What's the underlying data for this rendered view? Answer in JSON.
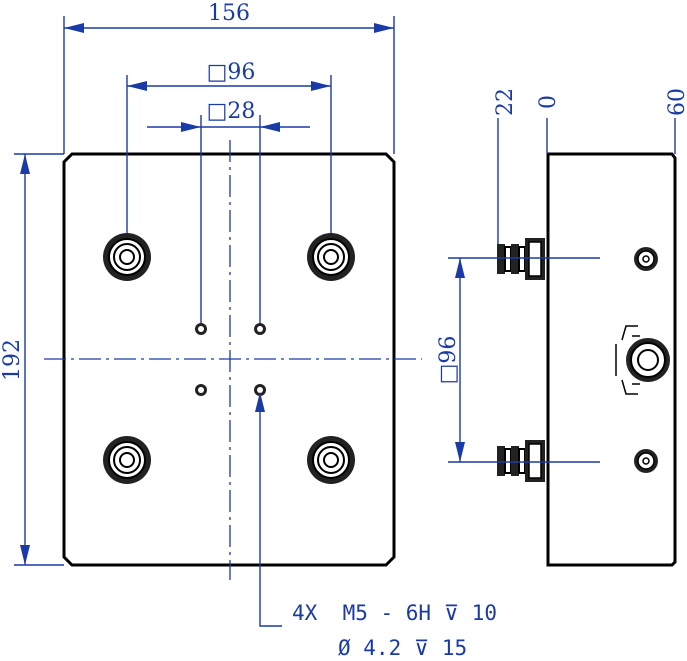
{
  "front_view": {
    "width_dim": "156",
    "height_dim": "192",
    "outer_pattern_dim": "□96",
    "inner_pattern_dim": "□28"
  },
  "side_view": {
    "datum_labels": [
      "22",
      "0",
      "60"
    ],
    "pattern_dim": "□96"
  },
  "note": {
    "line1": "4X  M5 - 6H ⊽ 10",
    "line2": "Ø 4.2 ⊽ 15"
  },
  "colors": {
    "dimension": "#1a3aa6",
    "outline": "#000000"
  }
}
